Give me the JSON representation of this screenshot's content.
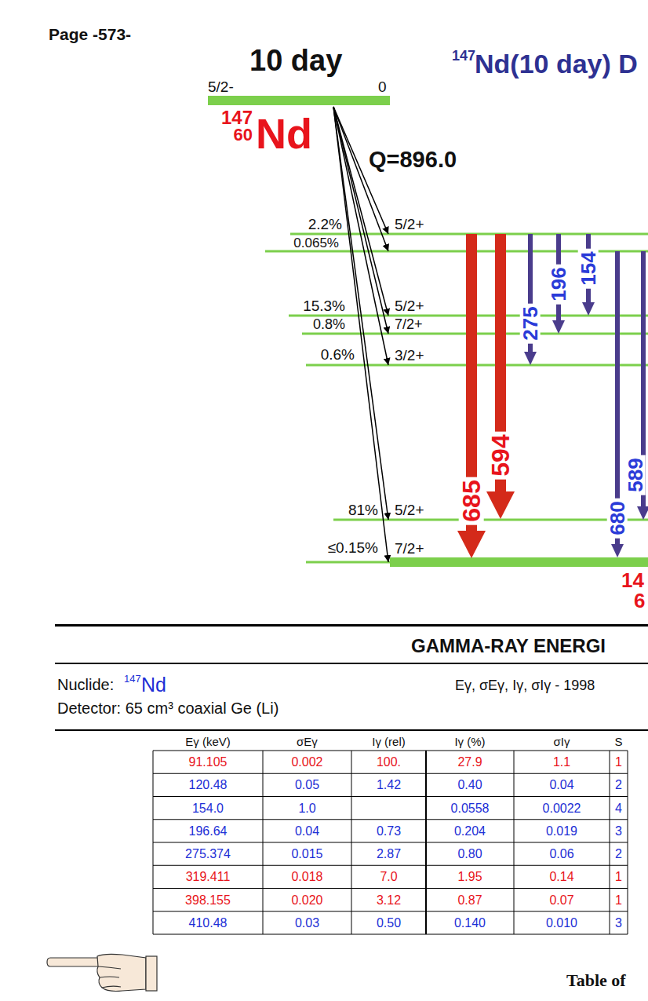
{
  "diagram": {
    "title": "Nd(10 day) D",
    "labels": [
      "Page -573-",
      "10 day",
      "147",
      "5/2-",
      "0",
      "147",
      "60",
      "Nd",
      "Q=896.0",
      "2.2%",
      "5/2+",
      "0.065%",
      "154",
      "196",
      "275",
      "15.3%",
      "5/2+",
      "0.8%",
      "7/2+",
      "0.6%",
      "3/2+",
      "594",
      "589",
      "685",
      "680",
      "81%",
      "5/2+",
      "≤0.15%",
      "7/2+",
      "14",
      "6",
      "GAMMA-RAY ENERGI",
      "Nuclide:",
      "147",
      "Nd",
      "Eγ, σEγ, Iγ, σIγ - 1998",
      "Detector: 65 cm³ coaxial Ge (Li)",
      "Eγ (keV)",
      "σEγ",
      "Iγ (rel)",
      "Iγ (%)",
      "σIγ",
      "S",
      "91.105",
      "0.002",
      "100.",
      "27.9",
      "1.1",
      "1",
      "120.48",
      "0.05",
      "1.42",
      "0.40",
      "0.04",
      "2",
      "154.0",
      "1.0",
      "0.0558",
      "0.0022",
      "4",
      "196.64",
      "0.04",
      "0.73",
      "0.204",
      "0.019",
      "3",
      "275.374",
      "0.015",
      "2.87",
      "0.80",
      "0.06",
      "2",
      "319.411",
      "0.018",
      "7.0",
      "1.95",
      "0.14",
      "1",
      "398.155",
      "0.020",
      "3.12",
      "0.87",
      "0.07",
      "1",
      "410.48",
      "0.03",
      "0.50",
      "0.140",
      "0.010",
      "3",
      "Table of"
    ]
  }
}
